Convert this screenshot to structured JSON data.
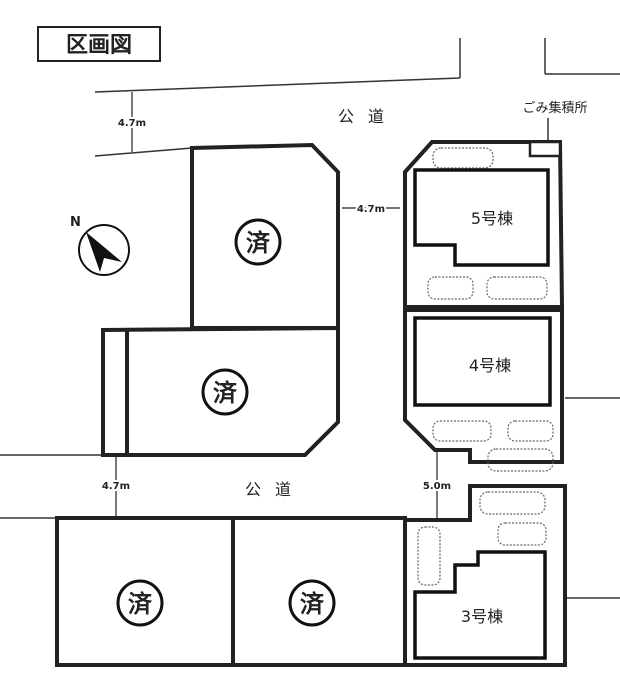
{
  "title": "区画図",
  "roads": {
    "top": "公道",
    "middle": "公道"
  },
  "dimensions": {
    "top_left": "4.7m",
    "between_lots": "4.7m",
    "middle_left": "4.7m",
    "middle_right": "5.0m"
  },
  "garbage_label": "ごみ集積所",
  "north_label": "N",
  "sold_mark": "済",
  "buildings": {
    "b5": "5号棟",
    "b4": "4号棟",
    "b3": "3号棟"
  }
}
